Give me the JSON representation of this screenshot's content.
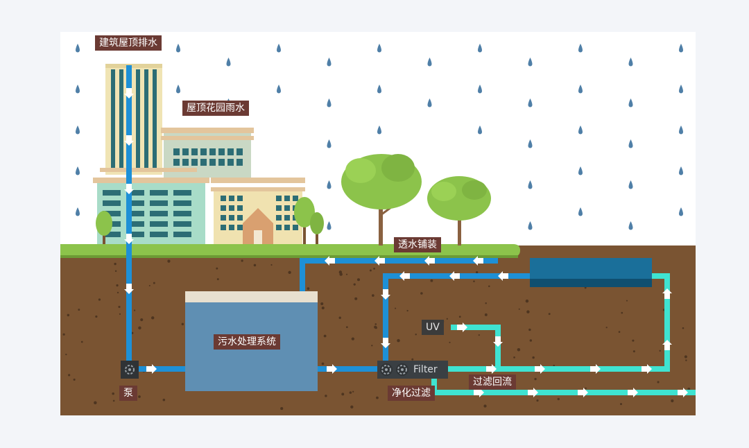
{
  "labels": {
    "roof_drain": "建筑屋顶排水",
    "roof_garden": "屋顶花园雨水",
    "permeable_paving": "透水铺装",
    "sewage_system": "污水处理系统",
    "pump": "泵",
    "purify_filter": "净化过滤",
    "filter_return": "过滤回流",
    "uv": "UV",
    "filter": "Filter"
  },
  "colors": {
    "background": "#f3f5f9",
    "sky": "#ffffff",
    "raindrop": "#4f7fa7",
    "soil": "#7a5432",
    "grass": "#8cc34b",
    "pipe_blue": "#1e90d6",
    "pipe_teal": "#3fe3d1",
    "label_bg": "#6b3a33",
    "tank_water": "#5f8fb3",
    "pond": "#1a6f9a"
  }
}
